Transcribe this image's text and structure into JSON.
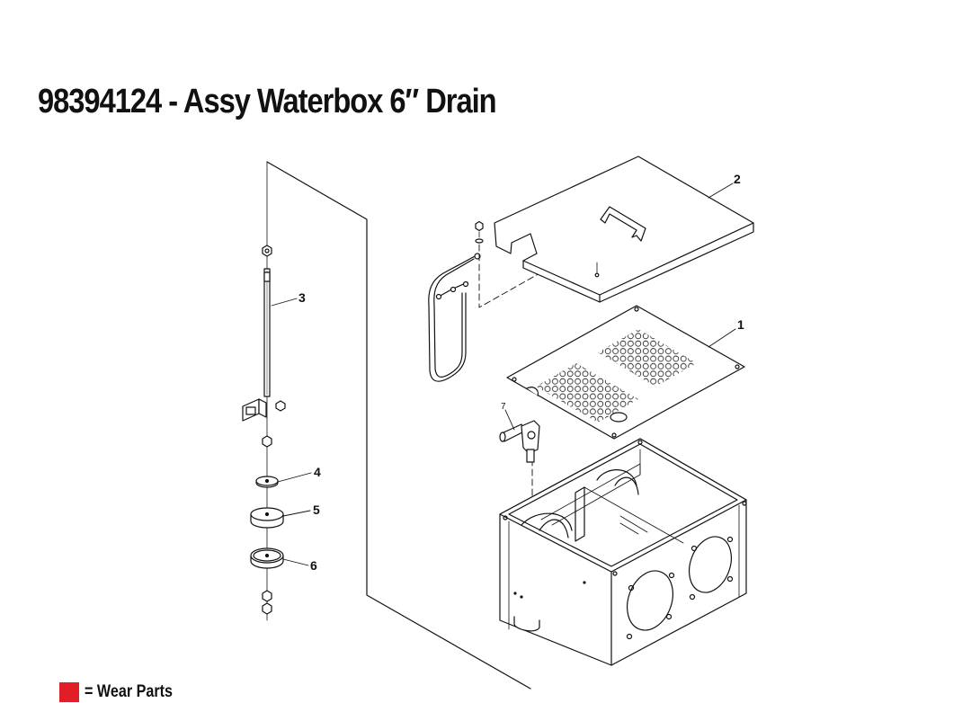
{
  "title": "98394124 - Assy Waterbox 6″ Drain",
  "legend": {
    "label": "= Wear Parts",
    "color": "#e01e26"
  },
  "callouts": [
    "1",
    "2",
    "3",
    "4",
    "5",
    "6",
    "7"
  ],
  "colors": {
    "line": "#111111",
    "background": "#ffffff"
  }
}
